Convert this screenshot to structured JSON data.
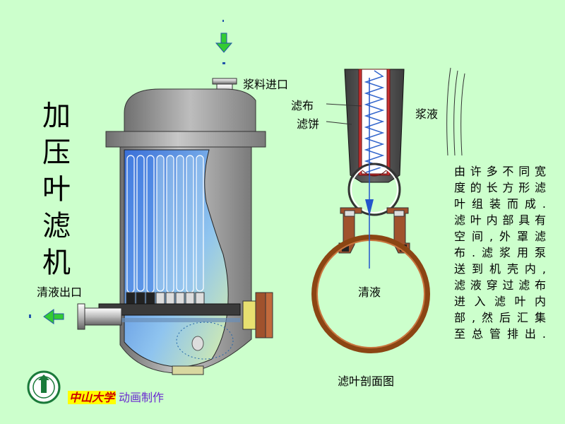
{
  "title": "加压叶滤机",
  "labels": {
    "slurry_inlet": "浆料进口",
    "filtrate_outlet": "清液出口",
    "filter_cloth": "滤布",
    "filter_cake": "滤饼",
    "slurry": "浆液",
    "filtrate": "清液",
    "cross_section_caption": "滤叶剖面图"
  },
  "description": [
    "由许多不同宽",
    "度的长方形滤",
    "叶组装而成.",
    "滤叶内部具有",
    "空间,外罩滤",
    "布.滤浆用泵",
    "送到机壳内,",
    "滤液穿过滤布",
    "进入滤叶内",
    "部,然后汇集",
    "至总管排出."
  ],
  "footer": {
    "brand": "中山大学",
    "text": "动画制作"
  },
  "colors": {
    "background": "#ccffcc",
    "shell": "#9a9a9a",
    "leaf_liquid": "#4a86e8",
    "pipe_copper": "#a0522d",
    "arrow_green": "#33cc33",
    "footer_text": "#6a2ad0"
  }
}
